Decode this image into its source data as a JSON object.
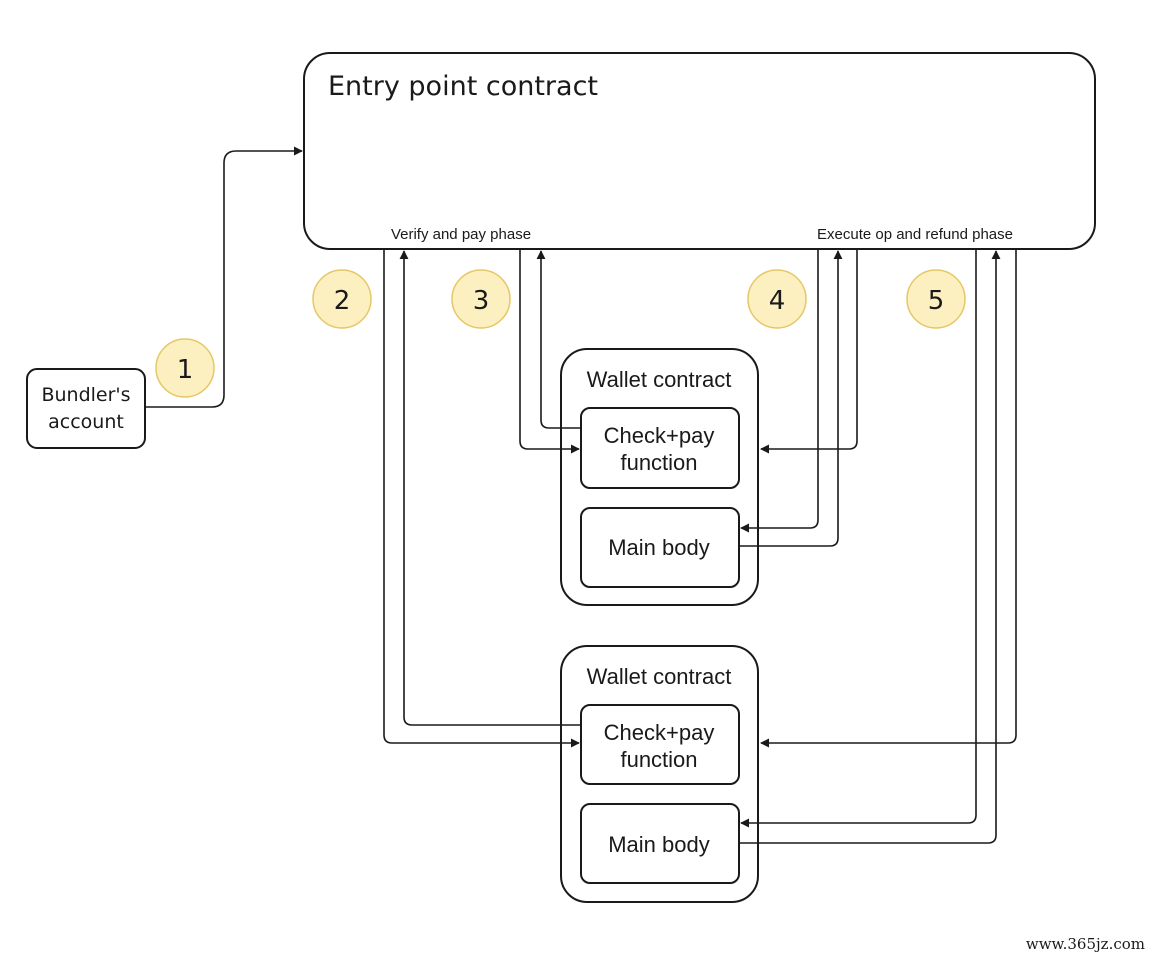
{
  "entry_point": {
    "title": "Entry point contract",
    "verify_phase_label": "Verify and pay phase",
    "execute_phase_label": "Execute op and refund phase"
  },
  "bundler": {
    "line1": "Bundler's",
    "line2": "account"
  },
  "wallets": [
    {
      "title": "Wallet contract",
      "check_line1": "Check+pay",
      "check_line2": "function",
      "main_body": "Main body"
    },
    {
      "title": "Wallet contract",
      "check_line1": "Check+pay",
      "check_line2": "function",
      "main_body": "Main body"
    }
  ],
  "steps": [
    "1",
    "2",
    "3",
    "4",
    "5"
  ],
  "watermark": "www.365jz.com",
  "colors": {
    "badge_fill": "#fdf0c0",
    "badge_stroke": "#e6c766",
    "line": "#1a1a1a"
  }
}
